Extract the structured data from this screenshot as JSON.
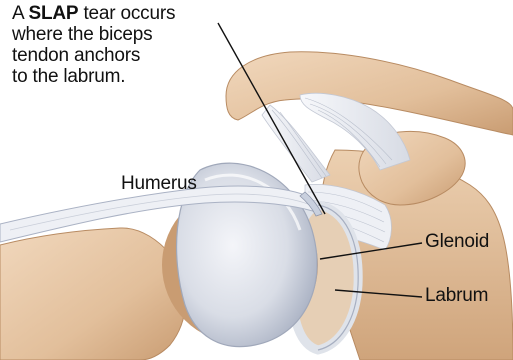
{
  "caption": {
    "prefix": "A ",
    "emphasis": "SLAP",
    "line1_rest": " tear occurs",
    "line2": "where the biceps",
    "line3": "tendon anchors",
    "line4": "to the labrum."
  },
  "labels": {
    "humerus": "Humerus",
    "glenoid": "Glenoid",
    "labrum": "Labrum"
  },
  "colors": {
    "bone": "#e7c7a6",
    "bone_shadow": "#c99c72",
    "cartilage": "#d9dde6",
    "cartilage_shadow": "#a8b0c2",
    "ligament": "#eef0f5",
    "text": "#111111"
  }
}
